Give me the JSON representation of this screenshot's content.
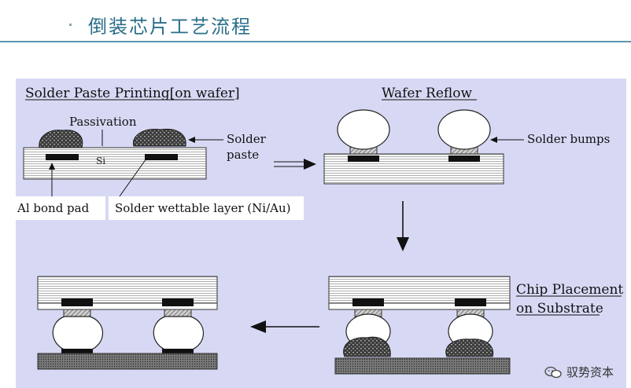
{
  "header": {
    "title": "倒装芯片工艺流程"
  },
  "diagram": {
    "step1_title": "Solder Paste Printing[on wafer]",
    "step2_title": "Wafer Reflow",
    "step3_title_line1": "Chip Placement",
    "step3_title_line2": "on Substrate",
    "labels": {
      "passivation": "Passivation",
      "si": "Si",
      "solder_paste_1": "Solder",
      "solder_paste_2": "paste",
      "al_bond_pad": "Al bond pad",
      "solder_wettable": "Solder wettable layer (Ni/Au)",
      "solder_bumps": "Solder bumps"
    }
  },
  "watermark": {
    "text": "驭势资本"
  }
}
